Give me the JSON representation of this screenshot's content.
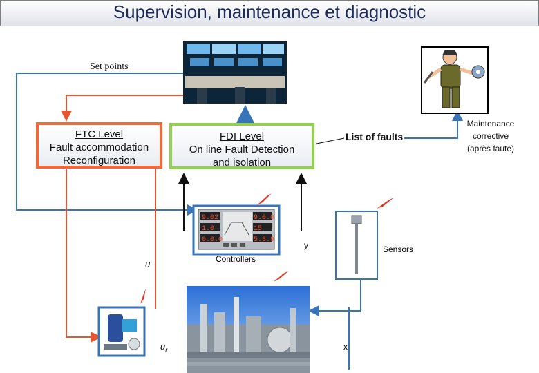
{
  "title": "Supervision, maintenance et diagnostic",
  "labels": {
    "set_points": "Set points",
    "list_of_faults": "List of faults",
    "maintenance": [
      "Maintenance",
      "corrective",
      "(après faute)"
    ],
    "controllers": "Controllers",
    "sensors": "Sensors",
    "y": "y",
    "u": "u",
    "ur": "u",
    "ur_sub": "r",
    "x": "x"
  },
  "ftc": {
    "title": "FTC Level",
    "line1": "Fault accommodation",
    "line2": "Reconfiguration"
  },
  "fdi": {
    "title": "FDI Level",
    "line1": "On line Fault Detection",
    "line2": "and isolation"
  },
  "controller_display": [
    "9.02",
    "9.0.0",
    "1.0",
    "15",
    "0.0.0",
    "5.3.9"
  ],
  "colors": {
    "blue_line": "#3874b8",
    "orange_line": "#e8552e",
    "black_line": "#111111",
    "green_box": "#92d050",
    "fault_marker": "#e8321e"
  }
}
